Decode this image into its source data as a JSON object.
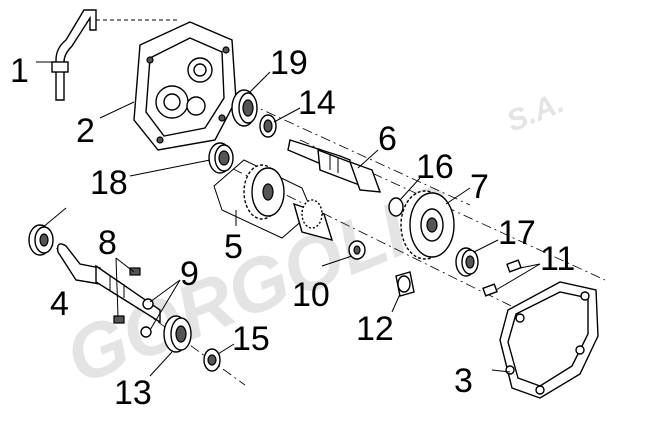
{
  "watermark": {
    "brand": "GORGOLIS",
    "suffix": "S.A."
  },
  "callouts": [
    "1",
    "2",
    "3",
    "4",
    "5",
    "6",
    "7",
    "8",
    "9",
    "10",
    "11",
    "12",
    "13",
    "14",
    "15",
    "16",
    "17",
    "18",
    "19"
  ]
}
